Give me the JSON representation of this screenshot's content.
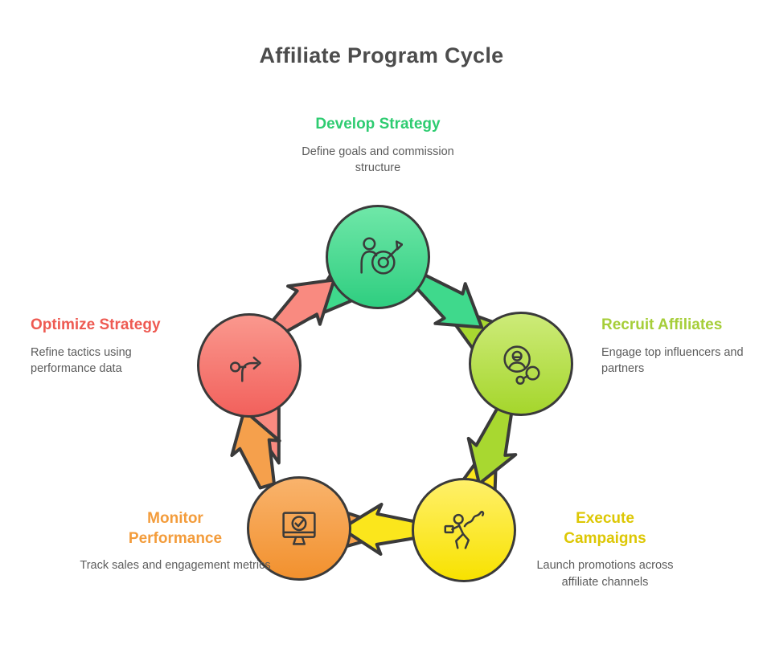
{
  "title": "Affiliate Program Cycle",
  "colors": {
    "outline": "#3a3a3a",
    "title_text": "#4c4c4c",
    "description_text": "#5c5c5c"
  },
  "nodes": [
    {
      "id": "develop-strategy",
      "label": "Develop Strategy",
      "description": "Define goals and commission structure",
      "label_color": "#2ecc71",
      "circle_gradient": "linear-gradient(180deg, #6fe7a8 0%, #2fce80 100%)",
      "icon": "person-target-icon"
    },
    {
      "id": "recruit-affiliates",
      "label": "Recruit Affiliates",
      "description": "Engage top influencers and partners",
      "label_color": "#a6ce39",
      "circle_gradient": "linear-gradient(180deg, #cdeb79 0%, #a5d62c 100%)",
      "icon": "network-person-icon"
    },
    {
      "id": "execute-campaigns",
      "label": "Execute Campaigns",
      "description": "Launch promotions across affiliate channels",
      "label_color": "#ddc704",
      "circle_gradient": "linear-gradient(180deg, #fff06a 0%, #f8e200 100%)",
      "icon": "running-person-icon"
    },
    {
      "id": "monitor-performance",
      "label": "Monitor Performance",
      "description": "Track sales and engagement metrics",
      "label_color": "#f39c3b",
      "circle_gradient": "linear-gradient(180deg, #f9b36c 0%, #f2912e 100%)",
      "icon": "monitor-check-icon"
    },
    {
      "id": "optimize-strategy",
      "label": "Optimize Strategy",
      "description": "Refine tactics using performance data",
      "label_color": "#ee5a52",
      "circle_gradient": "linear-gradient(180deg, #fa988e 0%, #f2615c 100%)",
      "icon": "up-right-arrows-icon"
    }
  ],
  "arrows": [
    {
      "from": "develop-strategy",
      "to": "recruit-affiliates",
      "color": "#3fd98c"
    },
    {
      "from": "recruit-affiliates",
      "to": "execute-campaigns",
      "color": "#a8d830"
    },
    {
      "from": "execute-campaigns",
      "to": "monitor-performance",
      "color": "#fbe61c"
    },
    {
      "from": "monitor-performance",
      "to": "optimize-strategy",
      "color": "#f5a04c"
    },
    {
      "from": "optimize-strategy",
      "to": "develop-strategy",
      "color": "#f98a80"
    }
  ]
}
